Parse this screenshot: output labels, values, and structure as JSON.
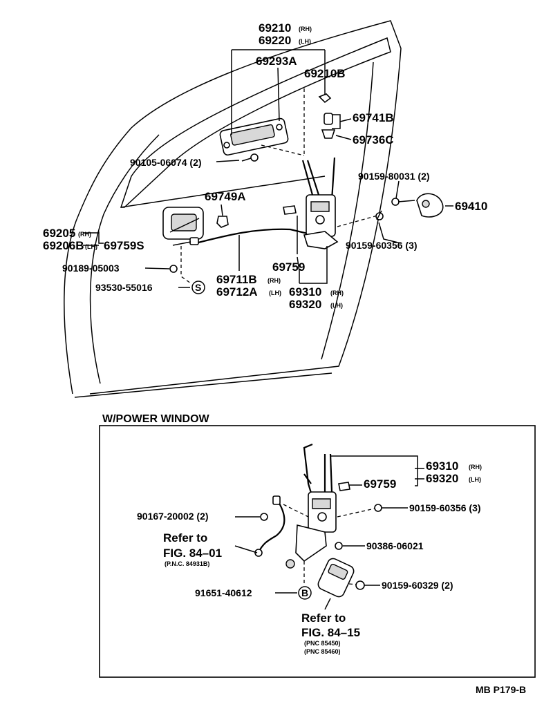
{
  "upper": {
    "labels": {
      "p69210": "69210",
      "p69210_sub": "(RH)",
      "p69220": "69220",
      "p69220_sub": "(LH)",
      "p69293A": "69293A",
      "p69210B": "69210B",
      "p69741B": "69741B",
      "p69736C": "69736C",
      "p90105": "90105-06074 (2)",
      "p90159_80031": "90159-80031 (2)",
      "p69410": "69410",
      "p69749A": "69749A",
      "p69205": "69205",
      "p69205_sub": "(RH)",
      "p69206B": "69206B",
      "p69206B_sub": "(LH)",
      "p69759S": "69759S",
      "p90159_60356": "90159-60356 (3)",
      "p90189": "90189-05003",
      "p69759": "69759",
      "p69711B": "69711B",
      "p69711B_sub": "(RH)",
      "p69712A": "69712A",
      "p69712A_sub": "(LH)",
      "p69310": "69310",
      "p69310_sub": "(RH)",
      "p69320": "69320",
      "p69320_sub": "(LH)",
      "p93530": "93530-55016",
      "s_mark": "S"
    }
  },
  "power_window": {
    "title": "W/POWER WINDOW",
    "labels": {
      "p69310": "69310",
      "p69310_sub": "(RH)",
      "p69320": "69320",
      "p69320_sub": "(LH)",
      "p69759": "69759",
      "p90167": "90167-20002 (2)",
      "p90159_60356": "90159-60356 (3)",
      "refer1_a": "Refer to",
      "refer1_b": "FIG. 84–01",
      "refer1_c": "(P.N.C. 84931B)",
      "p90386": "90386-06021",
      "p91651": "91651-40612",
      "b_mark": "B",
      "p90159_60329": "90159-60329 (2)",
      "refer2_a": "Refer to",
      "refer2_b": "FIG. 84–15",
      "refer2_c": "(PNC 85450)",
      "refer2_d": "(PNC 85460)"
    }
  },
  "footer": {
    "code": "MB P179-B"
  }
}
